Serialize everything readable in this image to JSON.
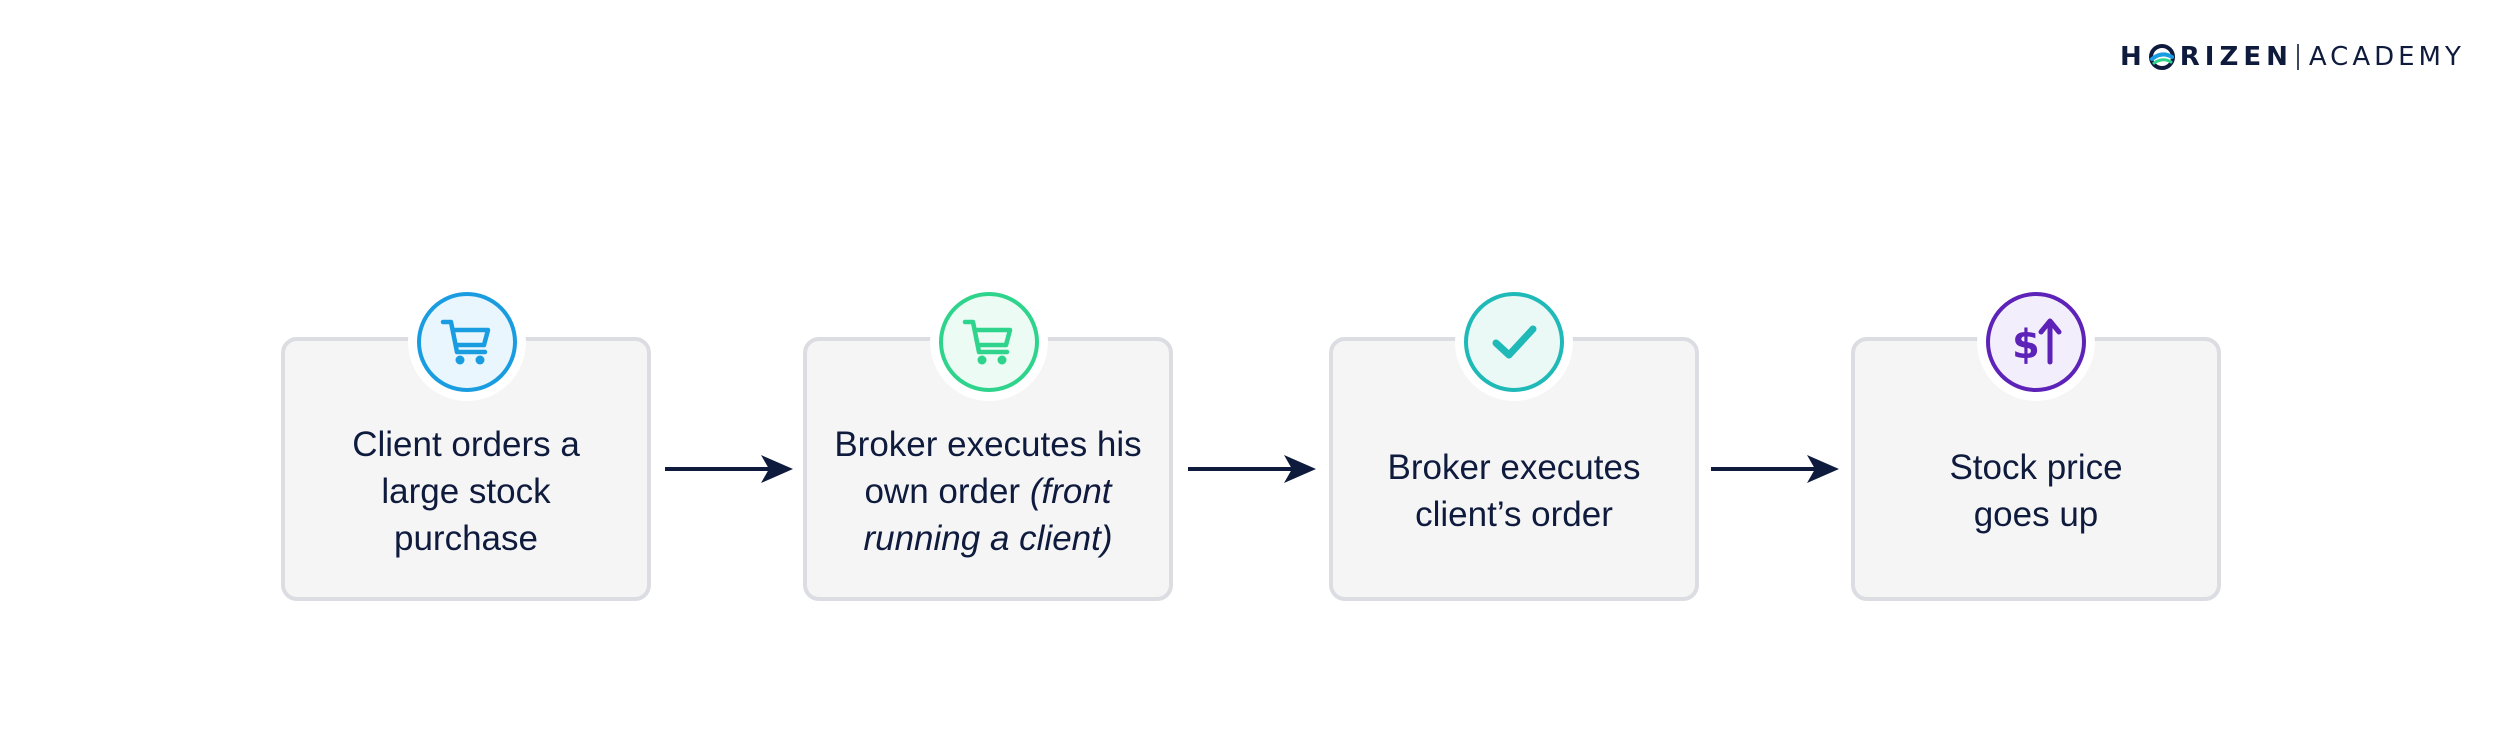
{
  "logo": {
    "brand_prefix": "H",
    "brand_suffix": "RIZEN",
    "academy": "ACADEMY"
  },
  "steps": [
    {
      "icon": "shopping-cart-icon",
      "color": "#1a9de0",
      "text_main": "Client orders a large stock purchase",
      "text_italic": ""
    },
    {
      "icon": "shopping-cart-icon",
      "color": "#2fd48c",
      "text_main": "Broker executes his own order ",
      "text_italic": "(front running a client)"
    },
    {
      "icon": "checkmark-icon",
      "color": "#1fb9b8",
      "text_main": "Broker executes client’s order",
      "text_italic": ""
    },
    {
      "icon": "dollar-up-arrow-icon",
      "color": "#5d22b8",
      "text_main": "Stock price goes up",
      "text_italic": ""
    }
  ],
  "colors": {
    "text": "#0f1b3d",
    "card_bg": "#f5f5f6",
    "card_border": "#dcdde3",
    "arrow": "#0f1b3d"
  }
}
